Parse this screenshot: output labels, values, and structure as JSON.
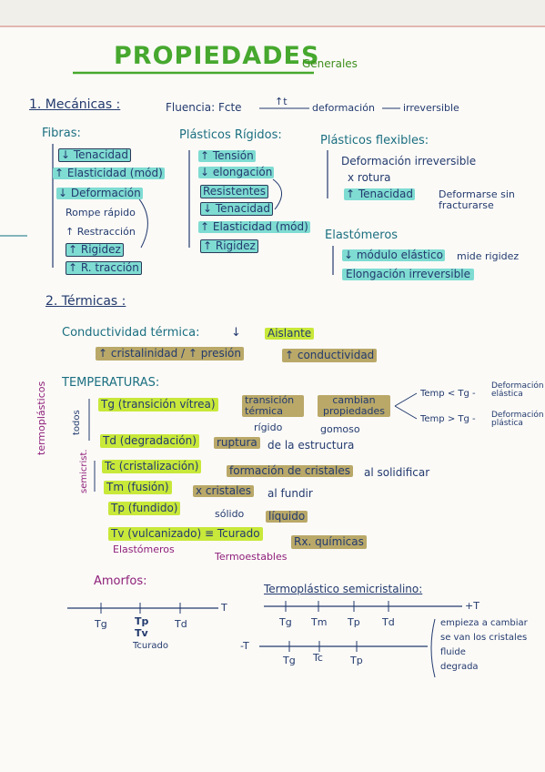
{
  "title": "PROPIEDADES",
  "subtitle": "Generales",
  "mecanicas": {
    "heading": "1. Mecánicas :",
    "fluencia": {
      "lead": "Fluencia: Fcte",
      "arrow_label": "↑t",
      "result": "deformación",
      "tail": "irreversible"
    },
    "fibras": {
      "title": "Fibras:",
      "items": [
        "↓ Tenacidad",
        "↑ Elasticidad (mód)",
        "↓ Deformación",
        "Rompe rápido",
        "↑ Restracción",
        "↑ Rigidez",
        "↑ R. tracción"
      ]
    },
    "rigidos": {
      "title": "Plásticos Rígidos:",
      "items": [
        "↑ Tensión",
        "↓ elongación",
        "Resistentes",
        "↓ Tenacidad",
        "↑ Elasticidad (mód)",
        "↑ Rigidez"
      ]
    },
    "flexibles": {
      "title": "Plásticos flexibles:",
      "items": [
        "Deformación irreversible",
        "x rotura",
        "↑ Tenacidad"
      ],
      "result": "Deformarse sin fracturarse"
    },
    "elastomeros": {
      "title": "Elastómeros",
      "items": [
        "↓ módulo elástico",
        "Elongación irreversible"
      ],
      "mod_result": "mide rigidez"
    }
  },
  "termicas": {
    "heading": "2. Térmicas :",
    "conductividad": {
      "lead": "Conductividad térmica:",
      "symbol": "↓",
      "result": "Aislante",
      "line2_a": "↑ cristalinidad / ↑ presión",
      "line2_b": "↑ conductividad"
    },
    "temperaturas": {
      "title": "TEMPERATURAS:",
      "side_termoplasticos": "termoplásticos",
      "side_todos": "todos",
      "side_semicrist": "semicrist.",
      "tg": "Tg (transición vítrea)",
      "tg_result": "transición térmica",
      "tg_result2": "cambian propiedades",
      "tg_rigido": "rígido",
      "tg_gomoso": "gomoso",
      "tg_lt": "Temp < Tg -",
      "tg_lt_res": "Deformación elástica",
      "tg_gt": "Temp > Tg -",
      "tg_gt_res": "Deformación plástica",
      "td": "Td (degradación)",
      "td_res": "ruptura",
      "td_tail": "de la estructura",
      "tc": "Tc (cristalización)",
      "tc_res": "formación de cristales",
      "tc_tail": "al solidificar",
      "tm": "Tm (fusión)",
      "tm_res": "x cristales",
      "tm_tail": "al fundir",
      "tp": "Tp (fundido)",
      "tp_mid": "sólido",
      "tp_res": "líquido",
      "tv": "Tv (vulcanizado) ≡ Tcurado",
      "tv_res": "Rx. químicas",
      "label_elastomeros": "Elastómeros",
      "label_termoestables": "Termoestables"
    }
  },
  "amorfos": {
    "title": "Amorfos:",
    "ticks": [
      "Tg",
      "Tp",
      "Td"
    ],
    "tv": "Tv",
    "tcurado": "Tcurado",
    "axis": "T"
  },
  "semicristalino": {
    "title": "Termoplástico semicristalino:",
    "ticks_top": [
      "Tg",
      "Tm",
      "Tp",
      "Td"
    ],
    "ticks_bottom": [
      "Tg",
      "Tc",
      "Tp"
    ],
    "axis_plus": "+T",
    "axis_minus": "-T",
    "notes": [
      "empieza a cambiar",
      "se van los cristales",
      "fluide",
      "degrada"
    ]
  }
}
